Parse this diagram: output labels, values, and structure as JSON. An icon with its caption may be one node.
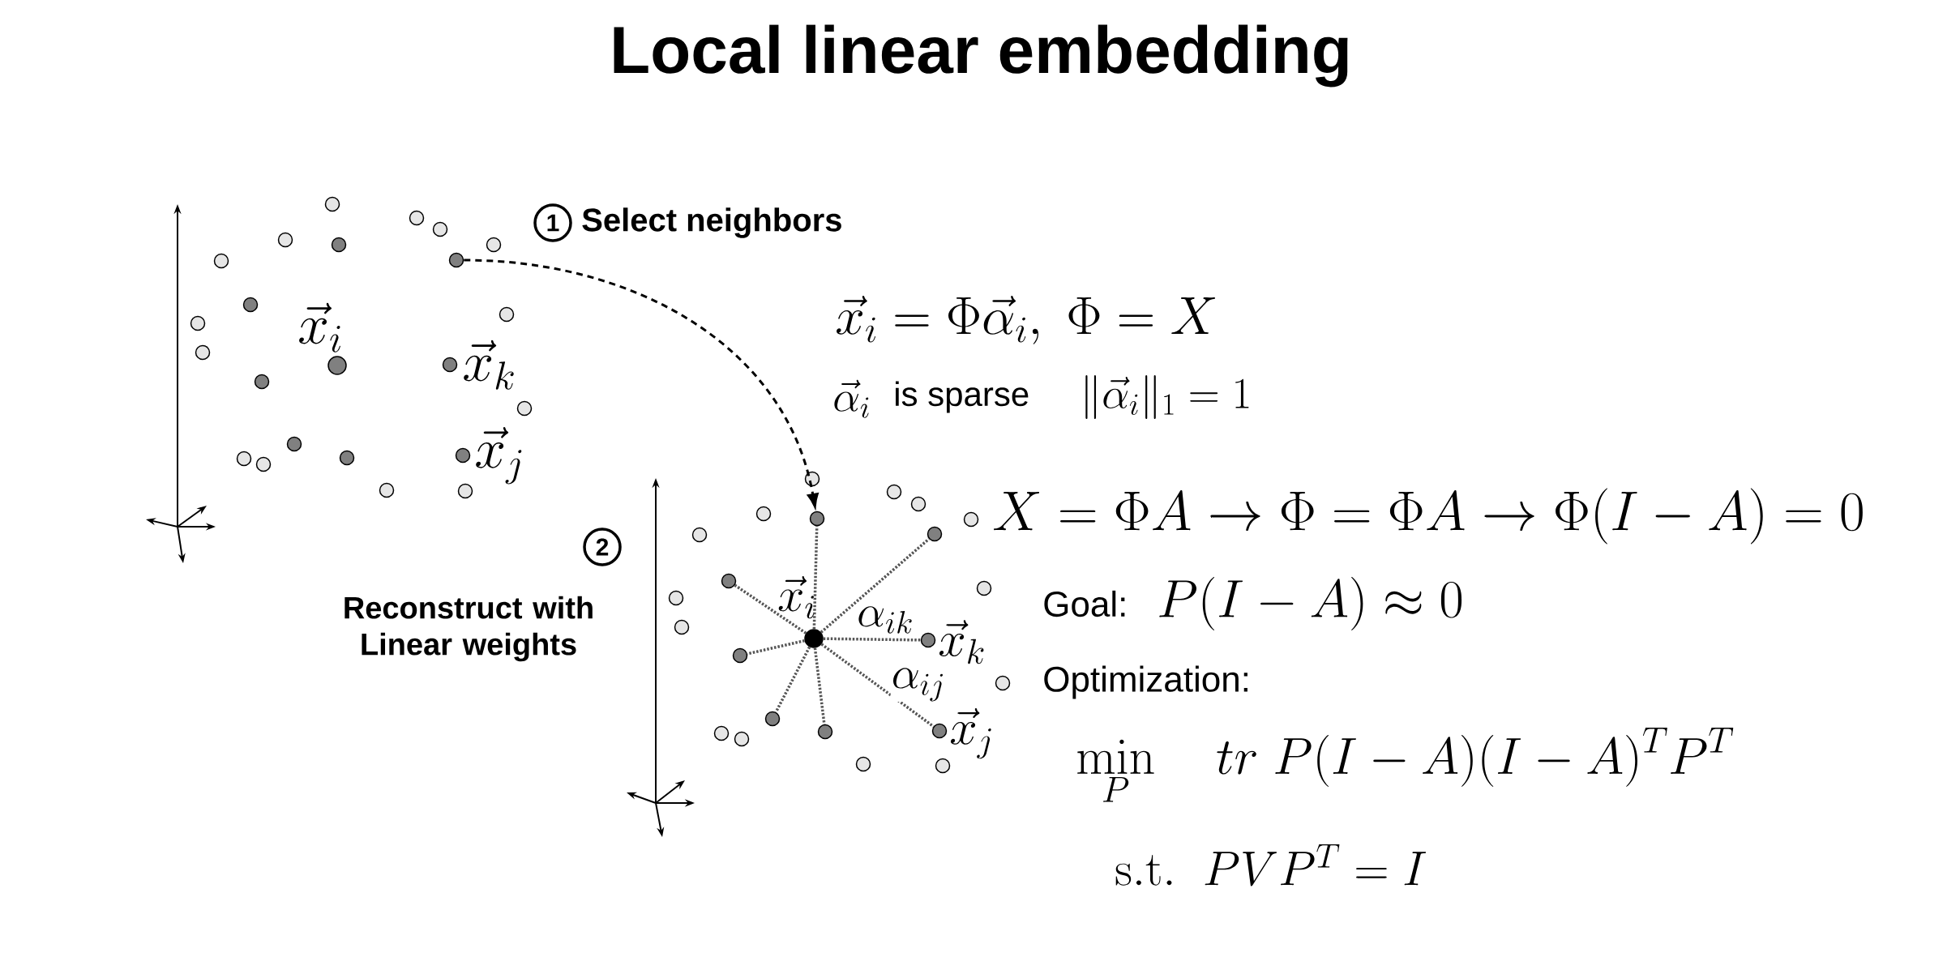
{
  "diagram": {
    "title": "Local linear embedding",
    "nodes": [
      {
        "text": [
          "1"
        ]
      },
      {
        "text": [],
        "shape": "circle"
      },
      {
        "text": [
          "2"
        ]
      },
      {
        "text": [],
        "shape": "circle",
        "beside": [
          "\\vec{x}_i"
        ]
      },
      {
        "text": [],
        "shape": "circle"
      },
      {
        "text": [],
        "shape": "circle"
      },
      {
        "text": [],
        "shape": "circle"
      },
      {
        "text": [],
        "shape": "circle",
        "beside": [
          "\\vec{x}_k"
        ]
      },
      {
        "text": [],
        "shape": "circle"
      },
      {
        "text": [],
        "shape": "circle"
      },
      {
        "text": [],
        "shape": "circle",
        "beside": [
          "\\vec{x}_j"
        ]
      },
      {
        "text": [],
        "shape": "circle"
      }
    ],
    "edges": [
      {
        "from": 1,
        "to": 4,
        "arrow": "to",
        "style": "dashed"
      },
      {
        "from": 3,
        "to": 4,
        "arrow": "none"
      },
      {
        "from": 3,
        "to": 5,
        "arrow": "none"
      },
      {
        "from": 3,
        "to": 6,
        "arrow": "none"
      },
      {
        "from": 3,
        "to": 7,
        "arrow": "none",
        "label": "\\alpha_{ik}"
      },
      {
        "from": 3,
        "to": 8,
        "arrow": "none"
      },
      {
        "from": 3,
        "to": 9,
        "arrow": "none"
      },
      {
        "from": 3,
        "to": 10,
        "arrow": "none",
        "label": "\\alpha_{ij}"
      },
      {
        "from": 3,
        "to": 11,
        "arrow": "none"
      }
    ],
    "labels": [
      "Select neighbors",
      "\\vec{x}_i",
      "\\vec{x}_i = \\Phi\\vec{\\alpha}_i,\\ \\Phi = X",
      "\\vec{x}_k",
      "\\vec{\\alpha}_i",
      "is sparse",
      "\\|\\vec{\\alpha}_i\\|_1 = 1",
      "\\vec{x}_j",
      "X = \\Phi A \\rightarrow \\Phi = \\Phi A \\rightarrow \\Phi(I-A) = 0",
      "Goal:",
      "P(I-A) \\approx 0",
      "Reconstruct with Linear weights",
      "Optimization:",
      "\\min_{P} \\quad tr\\ P(I-A)(I-A)^T P^T",
      "\\mathrm{s.t.}\\ \\ PVP^T = I"
    ]
  }
}
